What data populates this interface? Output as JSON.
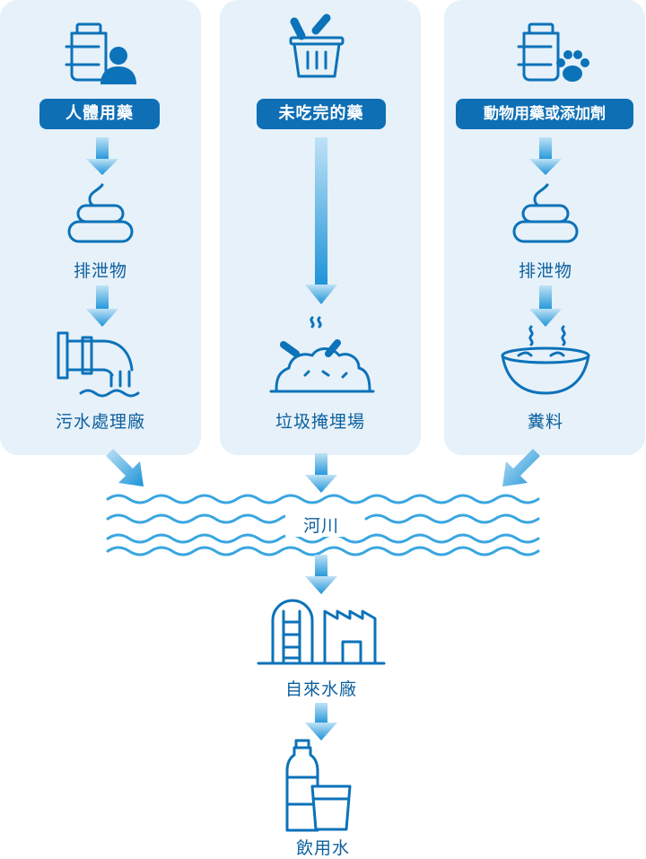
{
  "sources": [
    {
      "tag": "人體用藥",
      "step1": "排泄物",
      "step2": "污水處理廠"
    },
    {
      "tag": "未吃完的藥",
      "step1": "垃圾掩埋場"
    },
    {
      "tag": "動物用藥或添加劑",
      "step1": "排泄物",
      "step2": "糞料"
    }
  ],
  "river": "河川",
  "plant": "自來水廠",
  "drink": "飲用水",
  "icons": [
    "medicine-bottle-person-icon",
    "trash-can-pills-icon",
    "medicine-bottle-paw-icon",
    "poop-icon",
    "sewage-pipe-icon",
    "landfill-icon",
    "manure-bowl-icon",
    "river-waves-icon",
    "water-plant-icon",
    "water-bottle-glass-icon"
  ],
  "colors": {
    "panel": "#e6f1f9",
    "tag": "#0e6fb5",
    "text": "#0c5f9e",
    "icon": "#0c72b9",
    "wave": "#39a6e1"
  }
}
